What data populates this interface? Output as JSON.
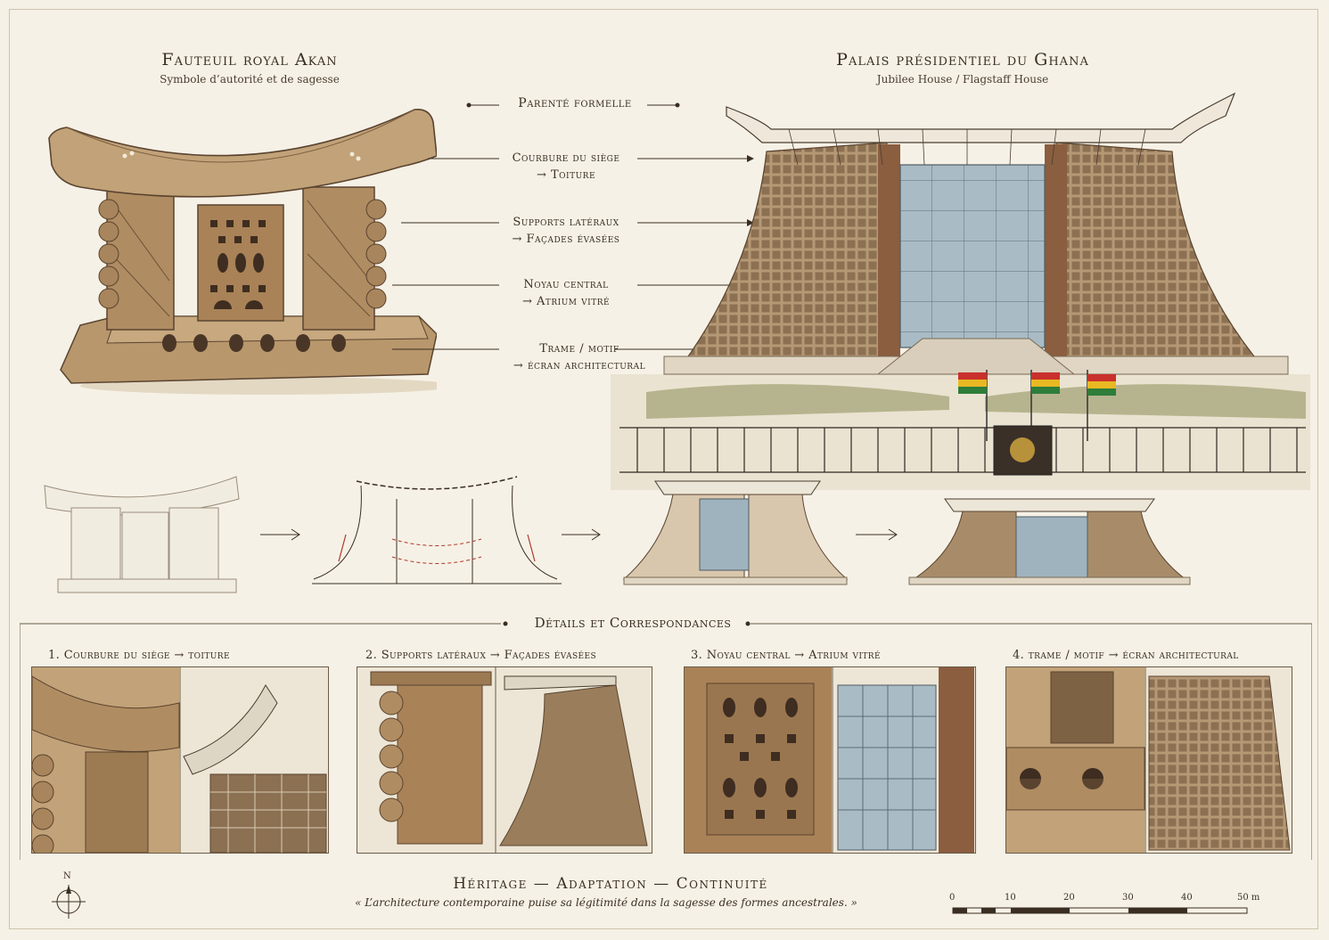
{
  "left_title": "Fauteuil royal Akan",
  "left_subtitle": "Symbole d’autorité et de sagesse",
  "right_title": "Palais présidentiel du Ghana",
  "right_subtitle": "Jubilee House / Flagstaff House",
  "center_heading": "Parenté formelle",
  "correspondences": [
    {
      "line1": "Courbure du siège",
      "line2": "→ Toiture"
    },
    {
      "line1": "Supports latéraux",
      "line2": "→ Façades évasées"
    },
    {
      "line1": "Noyau central",
      "line2": "→ Atrium vitré"
    },
    {
      "line1": "Trame / motif",
      "line2": "→ écran architectural"
    }
  ],
  "details_heading": "Détails et Correspondances",
  "details": [
    "1. Courbure du siège → toiture",
    "2. Supports latéraux → Façades évasées",
    "3. Noyau central → Atrium vitré",
    "4. trame / motif → écran architectural"
  ],
  "motto": "Héritage — Adaptation — Continuité",
  "quote": "« L’architecture contemporaine puise sa légitimité dans la sagesse des formes ancestrales. »",
  "north": "N",
  "scale": {
    "ticks": [
      "0",
      "10",
      "20",
      "30",
      "40",
      "50 m"
    ]
  },
  "colors": {
    "paper": "#f6f1e6",
    "wood": "#b08c62",
    "ink": "#3a2e22",
    "glass": "#9fb3bf",
    "accent": "#b0392c"
  }
}
